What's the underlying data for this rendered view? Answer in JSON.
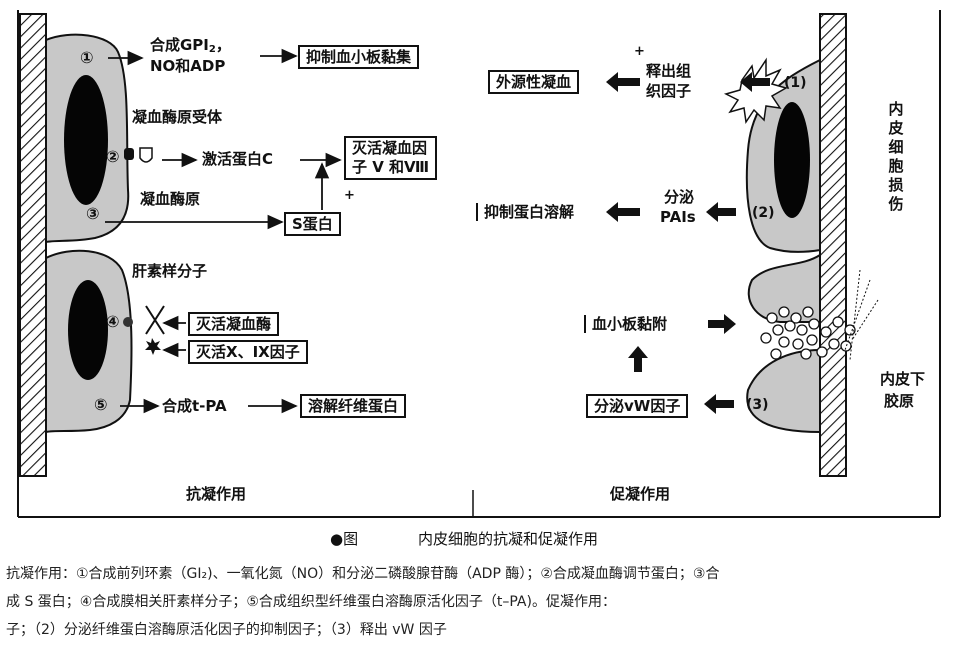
{
  "anticoag": {
    "n1": "①",
    "gpi_line1": "合成GPI",
    "gpi_sub": "2",
    "gpi_comma": "，",
    "gpi_line2": "NO和ADP",
    "inhibit_platelet": "抑制血小板黏集",
    "thrombin_receptor": "凝血酶原受体",
    "n2": "②",
    "activate_protein_c": "激活蛋白C",
    "inactivate_factors_line1": "灭活凝血因",
    "inactivate_factors_line2": "子 V 和Ⅷ",
    "plus1": "+",
    "prothrombin": "凝血酶原",
    "n3": "③",
    "protein_s": "S蛋白",
    "heparin_like": "肝素样分子",
    "n4": "④",
    "inactivate_thrombin": "灭活凝血酶",
    "inactivate_x_ix": "灭活X、IX因子",
    "n5": "⑤",
    "synth_tpa": "合成t-PA",
    "dissolve_fibrin": "溶解纤维蛋白",
    "section_label": "抗凝作用"
  },
  "procoag": {
    "plus": "+",
    "release_tf_line1": "释出组",
    "release_tf_line2": "织因子",
    "extrinsic": "外源性凝血",
    "n1": "(1)",
    "endothelial_injury": [
      "内",
      "皮",
      "细",
      "胞",
      "损",
      "伤"
    ],
    "secrete_pai_line1": "分泌",
    "secrete_pai_line2": "PAIs",
    "inhibit_proteolysis": "抑制蛋白溶解",
    "n2": "(2)",
    "platelet_adhesion": "血小板黏附",
    "secrete_vwf": "分泌vW因子",
    "n3": "(3)",
    "subendo_line1": "内皮下",
    "subendo_line2": "胶原",
    "section_label": "促凝作用"
  },
  "caption": {
    "bullet": "●图",
    "title": "内皮细胞的抗凝和促凝作用"
  },
  "legend": {
    "line1": "抗凝作用：①合成前列环素（GI₂)、一氧化氮（NO）和分泌二磷酸腺苷酶（ADP 酶）；②合成凝血酶调节蛋白；③合",
    "line2": "成 S 蛋白；④合成膜相关肝素样分子；⑤合成组织型纤维蛋白溶酶原活化因子（t–PA)。促凝作用：",
    "line3": "子；（2）分泌纤维蛋白溶酶原活化因子的抑制因子；（3）释出 vW 因子"
  },
  "colors": {
    "ink": "#111111",
    "cell_fill": "#c8c8c8",
    "nucleus": "#050505"
  }
}
